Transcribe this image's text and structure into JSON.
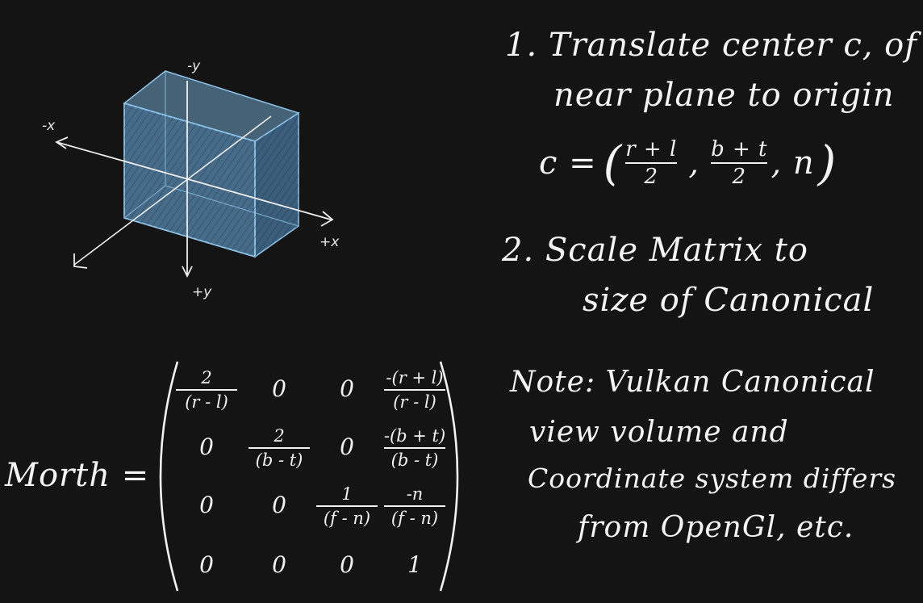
{
  "steps": {
    "step1_line1": "1. Translate center c, of",
    "step1_line2": "near plane to origin",
    "c_lhs": "c =",
    "c_open": "(",
    "c_x_num": "r + l",
    "c_x_den": "2",
    "comma1": ",",
    "c_y_num": "b + t",
    "c_y_den": "2",
    "c_z": ", n",
    "c_close": ")",
    "step2_line1": "2. Scale Matrix to",
    "step2_line2": "size of Canonical"
  },
  "note": {
    "line1": "Note: Vulkan Canonical",
    "line2": "view volume and",
    "line3": "Coordinate system differs",
    "line4": "from OpenGl, etc."
  },
  "axes": {
    "neg_y": "-y",
    "pos_y": "+y",
    "neg_x": "-x",
    "pos_x": "+x"
  },
  "matrix": {
    "label": "Morth =",
    "rows": [
      [
        {
          "num": "2",
          "den": "(r - l)"
        },
        {
          "whole": "0"
        },
        {
          "whole": "0"
        },
        {
          "num": "-(r + l)",
          "den": "(r - l)"
        }
      ],
      [
        {
          "whole": "0"
        },
        {
          "num": "2",
          "den": "(b - t)"
        },
        {
          "whole": "0"
        },
        {
          "num": "-(b + t)",
          "den": "(b - t)"
        }
      ],
      [
        {
          "whole": "0"
        },
        {
          "whole": "0"
        },
        {
          "num": "1",
          "den": "(f - n)"
        },
        {
          "num": "-n",
          "den": "(f - n)"
        }
      ],
      [
        {
          "whole": "0"
        },
        {
          "whole": "0"
        },
        {
          "whole": "0"
        },
        {
          "whole": "1"
        }
      ]
    ]
  },
  "colors": {
    "background": "#141414",
    "chalk": "#f4f4f4",
    "box_fill": "#6fa3c9",
    "box_edge": "#8cc4ea"
  }
}
